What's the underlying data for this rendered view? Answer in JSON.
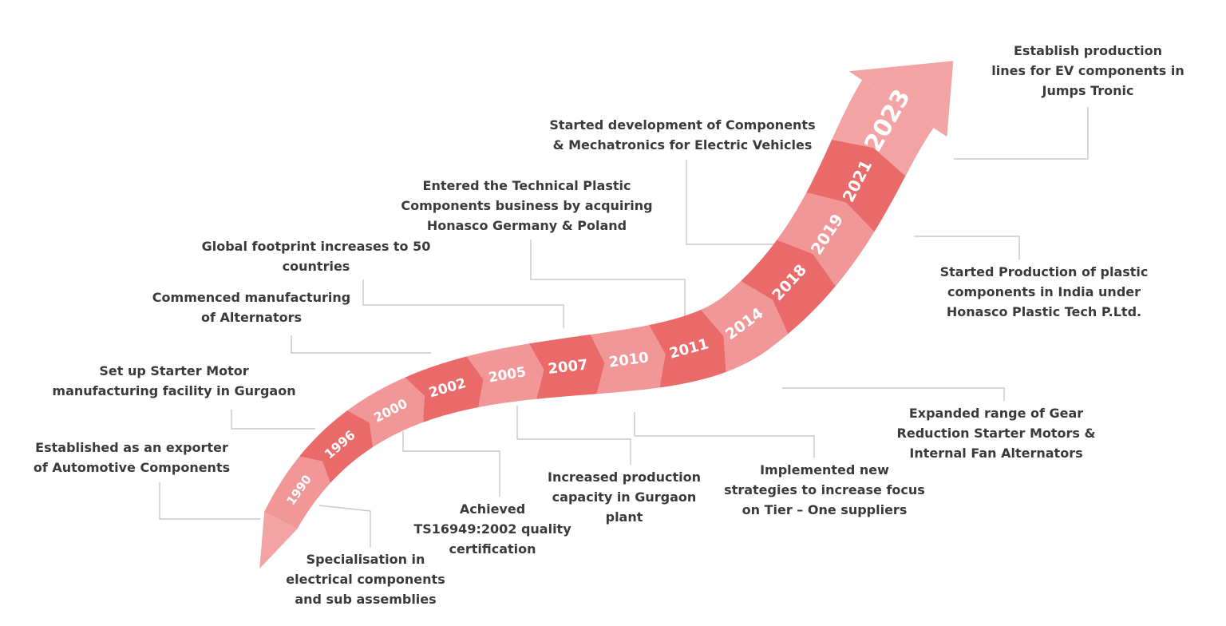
{
  "colors": {
    "light": "#f19797",
    "dark": "#ea6a6a",
    "arrow": "#f3a3a3",
    "connector": "#c9c9c9",
    "text": "#3a3a3a",
    "year_text": "#ffffff"
  },
  "milestones": [
    {
      "year": "1990",
      "text": "Established as an exporter\nof Automotive Components"
    },
    {
      "year": "1996",
      "text": "Specialisation in\nelectrical components\nand sub assemblies"
    },
    {
      "year": "2000",
      "text": "Set up Starter Motor\nmanufacturing facility in Gurgaon"
    },
    {
      "year": "2002",
      "text": "Achieved\nTS16949:2002 quality\ncertification"
    },
    {
      "year": "2005",
      "text": "Commenced manufacturing\nof Alternators"
    },
    {
      "year": "2007",
      "text": "Increased production\ncapacity in Gurgaon\nplant"
    },
    {
      "year": "2010",
      "text": "Global footprint increases to 50\ncountries"
    },
    {
      "year": "2011",
      "text": "Implemented new\nstrategies to increase focus\non Tier – One suppliers"
    },
    {
      "year": "2014",
      "text": "Entered the Technical Plastic\nComponents business by acquiring\nHonasco Germany & Poland"
    },
    {
      "year": "2018",
      "text": "Expanded range of Gear\nReduction Starter Motors &\nInternal Fan Alternators"
    },
    {
      "year": "2019",
      "text": "Started development of Components\n& Mechatronics for Electric Vehicles"
    },
    {
      "year": "2021",
      "text": "Started Production of plastic\ncomponents in India under\nHonasco Plastic Tech P.Ltd."
    },
    {
      "year": "2023",
      "text": "Establish production\nlines for EV components in\nJumps Tronic"
    }
  ]
}
